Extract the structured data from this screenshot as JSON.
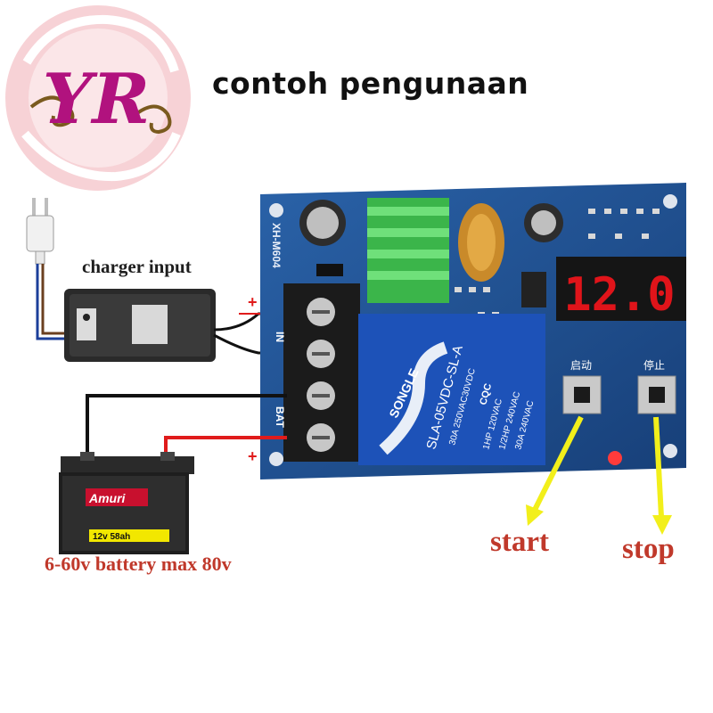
{
  "title": "contoh pengunaan",
  "logo": {
    "text": "YR",
    "colors": {
      "ring": "#f6c9cf",
      "letters": "#b1127e",
      "swirl": "#7a5a1e"
    }
  },
  "labels": {
    "charger": "charger input",
    "battery": "6-60v battery max 80v",
    "start": "start",
    "stop": "stop"
  },
  "board": {
    "model": "XH-M604",
    "display_value": "12.0",
    "relay_brand": "SONGLE",
    "relay_model": "SLA-05VDC-SL-A",
    "relay_specs": [
      "30A 250VAC30VDC",
      "1HP 120VAC",
      "1/2HP 240VAC",
      "30A 240VAC"
    ],
    "relay_cert": "CQC",
    "button_start_label": "启动",
    "button_stop_label": "停止",
    "terminal_in": "IN",
    "terminal_bat": "BAT",
    "plus": "+",
    "minus": "-",
    "colors": {
      "pcb": "#1e4f8f",
      "relay": "#1d52b8",
      "display": "#e0141a",
      "heatsink": "#4fcf5a"
    }
  },
  "battery": {
    "brand": "Amuri",
    "rating": "12v 58ah"
  },
  "arrows": {
    "color": "#f2ef1b"
  },
  "wires": {
    "positive": "#e01b1b",
    "negative": "#111111",
    "brown": "#6b3f1f",
    "blue": "#1c3f9a"
  }
}
